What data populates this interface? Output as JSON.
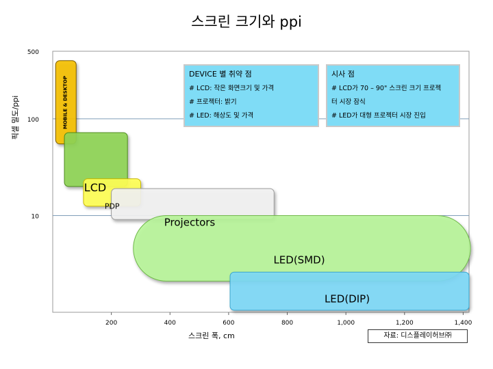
{
  "title": "스크린 크기와 ppi",
  "source": "자료: 디스플레이허브㈜",
  "chart_data": {
    "type": "range-area",
    "title": "스크린 크기와 ppi",
    "xlabel": "스크린 폭, cm",
    "ylabel": "픽셀 밀도/ppi",
    "xlim": [
      0,
      1420
    ],
    "ylim": [
      1,
      500
    ],
    "y_scale": "log",
    "x_ticks": [
      "200",
      "400",
      "600",
      "800",
      "1,000",
      "1,200",
      "1,400"
    ],
    "x_tick_values": [
      200,
      400,
      600,
      800,
      1000,
      1200,
      1400
    ],
    "y_ticks": [
      "10",
      "100",
      "500"
    ],
    "y_tick_values": [
      10,
      100,
      500
    ],
    "grid": "horizontal",
    "regions": [
      {
        "label": "MOBILE & DESKTOP",
        "x": [
          10,
          80
        ],
        "y": [
          55,
          400
        ],
        "color": "#f5c000",
        "border": "#7a5a00"
      },
      {
        "label": "LCD",
        "x": [
          40,
          255
        ],
        "y": [
          20,
          72
        ],
        "color": "#8fd454",
        "border": "#4e8c1e"
      },
      {
        "label": "PDP",
        "x": [
          105,
          300
        ],
        "y": [
          12.5,
          24
        ],
        "color": "#ffff55",
        "border": "#c9b800"
      },
      {
        "label": "Projectors",
        "x": [
          200,
          755
        ],
        "y": [
          9.1,
          19
        ],
        "color": "#f2f2f2",
        "border": "#9a9a9a"
      },
      {
        "label": "LED(SMD)",
        "x": [
          275,
          1425
        ],
        "y": [
          2.1,
          10
        ],
        "color": "#b8f59a",
        "border": "#6fb84a"
      },
      {
        "label": "LED(DIP)",
        "x": [
          605,
          1420
        ],
        "y": [
          1.05,
          2.6
        ],
        "color": "#7dd8f7",
        "border": "#3aa6cf"
      }
    ]
  },
  "notes": [
    {
      "title": "DEVICE 별 취약 점",
      "lines": [
        "# LCD: 작은 화면크기 및 가격",
        "# 프로젝터: 밝기",
        "# LED: 해상도 및 가격"
      ]
    },
    {
      "title": "시사 점",
      "lines": [
        " # LCD가 70 – 90\" 스크린 크기 프로젝",
        "터 시장 잠식",
        " # LED가 대형 프로젝터 시장 진입"
      ]
    }
  ],
  "colors": {
    "plot_border": "#999999",
    "grid": "#7f9db9"
  }
}
